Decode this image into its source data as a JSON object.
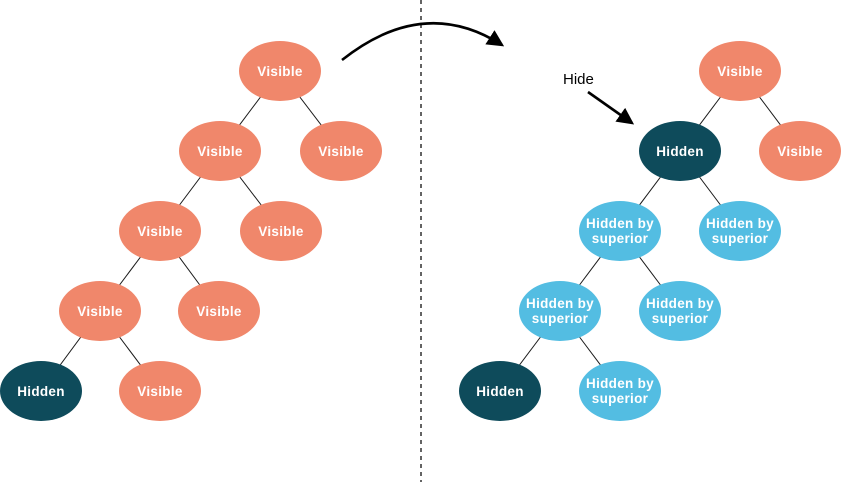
{
  "colors": {
    "visible_node": "#F0876B",
    "hidden_node": "#0E4B5B",
    "hidden_by_superior_node": "#53BDE2",
    "node_text": "#FFFFFF",
    "edge": "#1A1A1A",
    "annotation_text": "#000000"
  },
  "annotation": {
    "hide_label": "Hide"
  },
  "icons": {
    "transform_arrow": "curved-right-arrow",
    "hide_arrow": "down-right-arrow",
    "divider": "vertical-dashed-line"
  },
  "left_tree": {
    "name": "before-hide",
    "nodes": [
      {
        "label": "Visible",
        "state": "visible"
      },
      {
        "label": "Visible",
        "state": "visible"
      },
      {
        "label": "Visible",
        "state": "visible"
      },
      {
        "label": "Visible",
        "state": "visible"
      },
      {
        "label": "Visible",
        "state": "visible"
      },
      {
        "label": "Visible",
        "state": "visible"
      },
      {
        "label": "Visible",
        "state": "visible"
      },
      {
        "label": "Hidden",
        "state": "hidden"
      },
      {
        "label": "Visible",
        "state": "visible"
      }
    ],
    "edges": [
      [
        0,
        1
      ],
      [
        0,
        2
      ],
      [
        1,
        3
      ],
      [
        1,
        4
      ],
      [
        3,
        5
      ],
      [
        3,
        6
      ],
      [
        5,
        7
      ],
      [
        5,
        8
      ]
    ]
  },
  "right_tree": {
    "name": "after-hide",
    "nodes": [
      {
        "label": "Visible",
        "state": "visible"
      },
      {
        "label": "Hidden",
        "state": "hidden"
      },
      {
        "label": "Visible",
        "state": "visible"
      },
      {
        "label": "Hidden by superior",
        "state": "hidden-by-superior"
      },
      {
        "label": "Hidden by superior",
        "state": "hidden-by-superior"
      },
      {
        "label": "Hidden by superior",
        "state": "hidden-by-superior"
      },
      {
        "label": "Hidden by superior",
        "state": "hidden-by-superior"
      },
      {
        "label": "Hidden",
        "state": "hidden"
      },
      {
        "label": "Hidden by superior",
        "state": "hidden-by-superior"
      }
    ],
    "edges": [
      [
        0,
        1
      ],
      [
        0,
        2
      ],
      [
        1,
        3
      ],
      [
        1,
        4
      ],
      [
        3,
        5
      ],
      [
        3,
        6
      ],
      [
        5,
        7
      ],
      [
        5,
        8
      ]
    ]
  }
}
